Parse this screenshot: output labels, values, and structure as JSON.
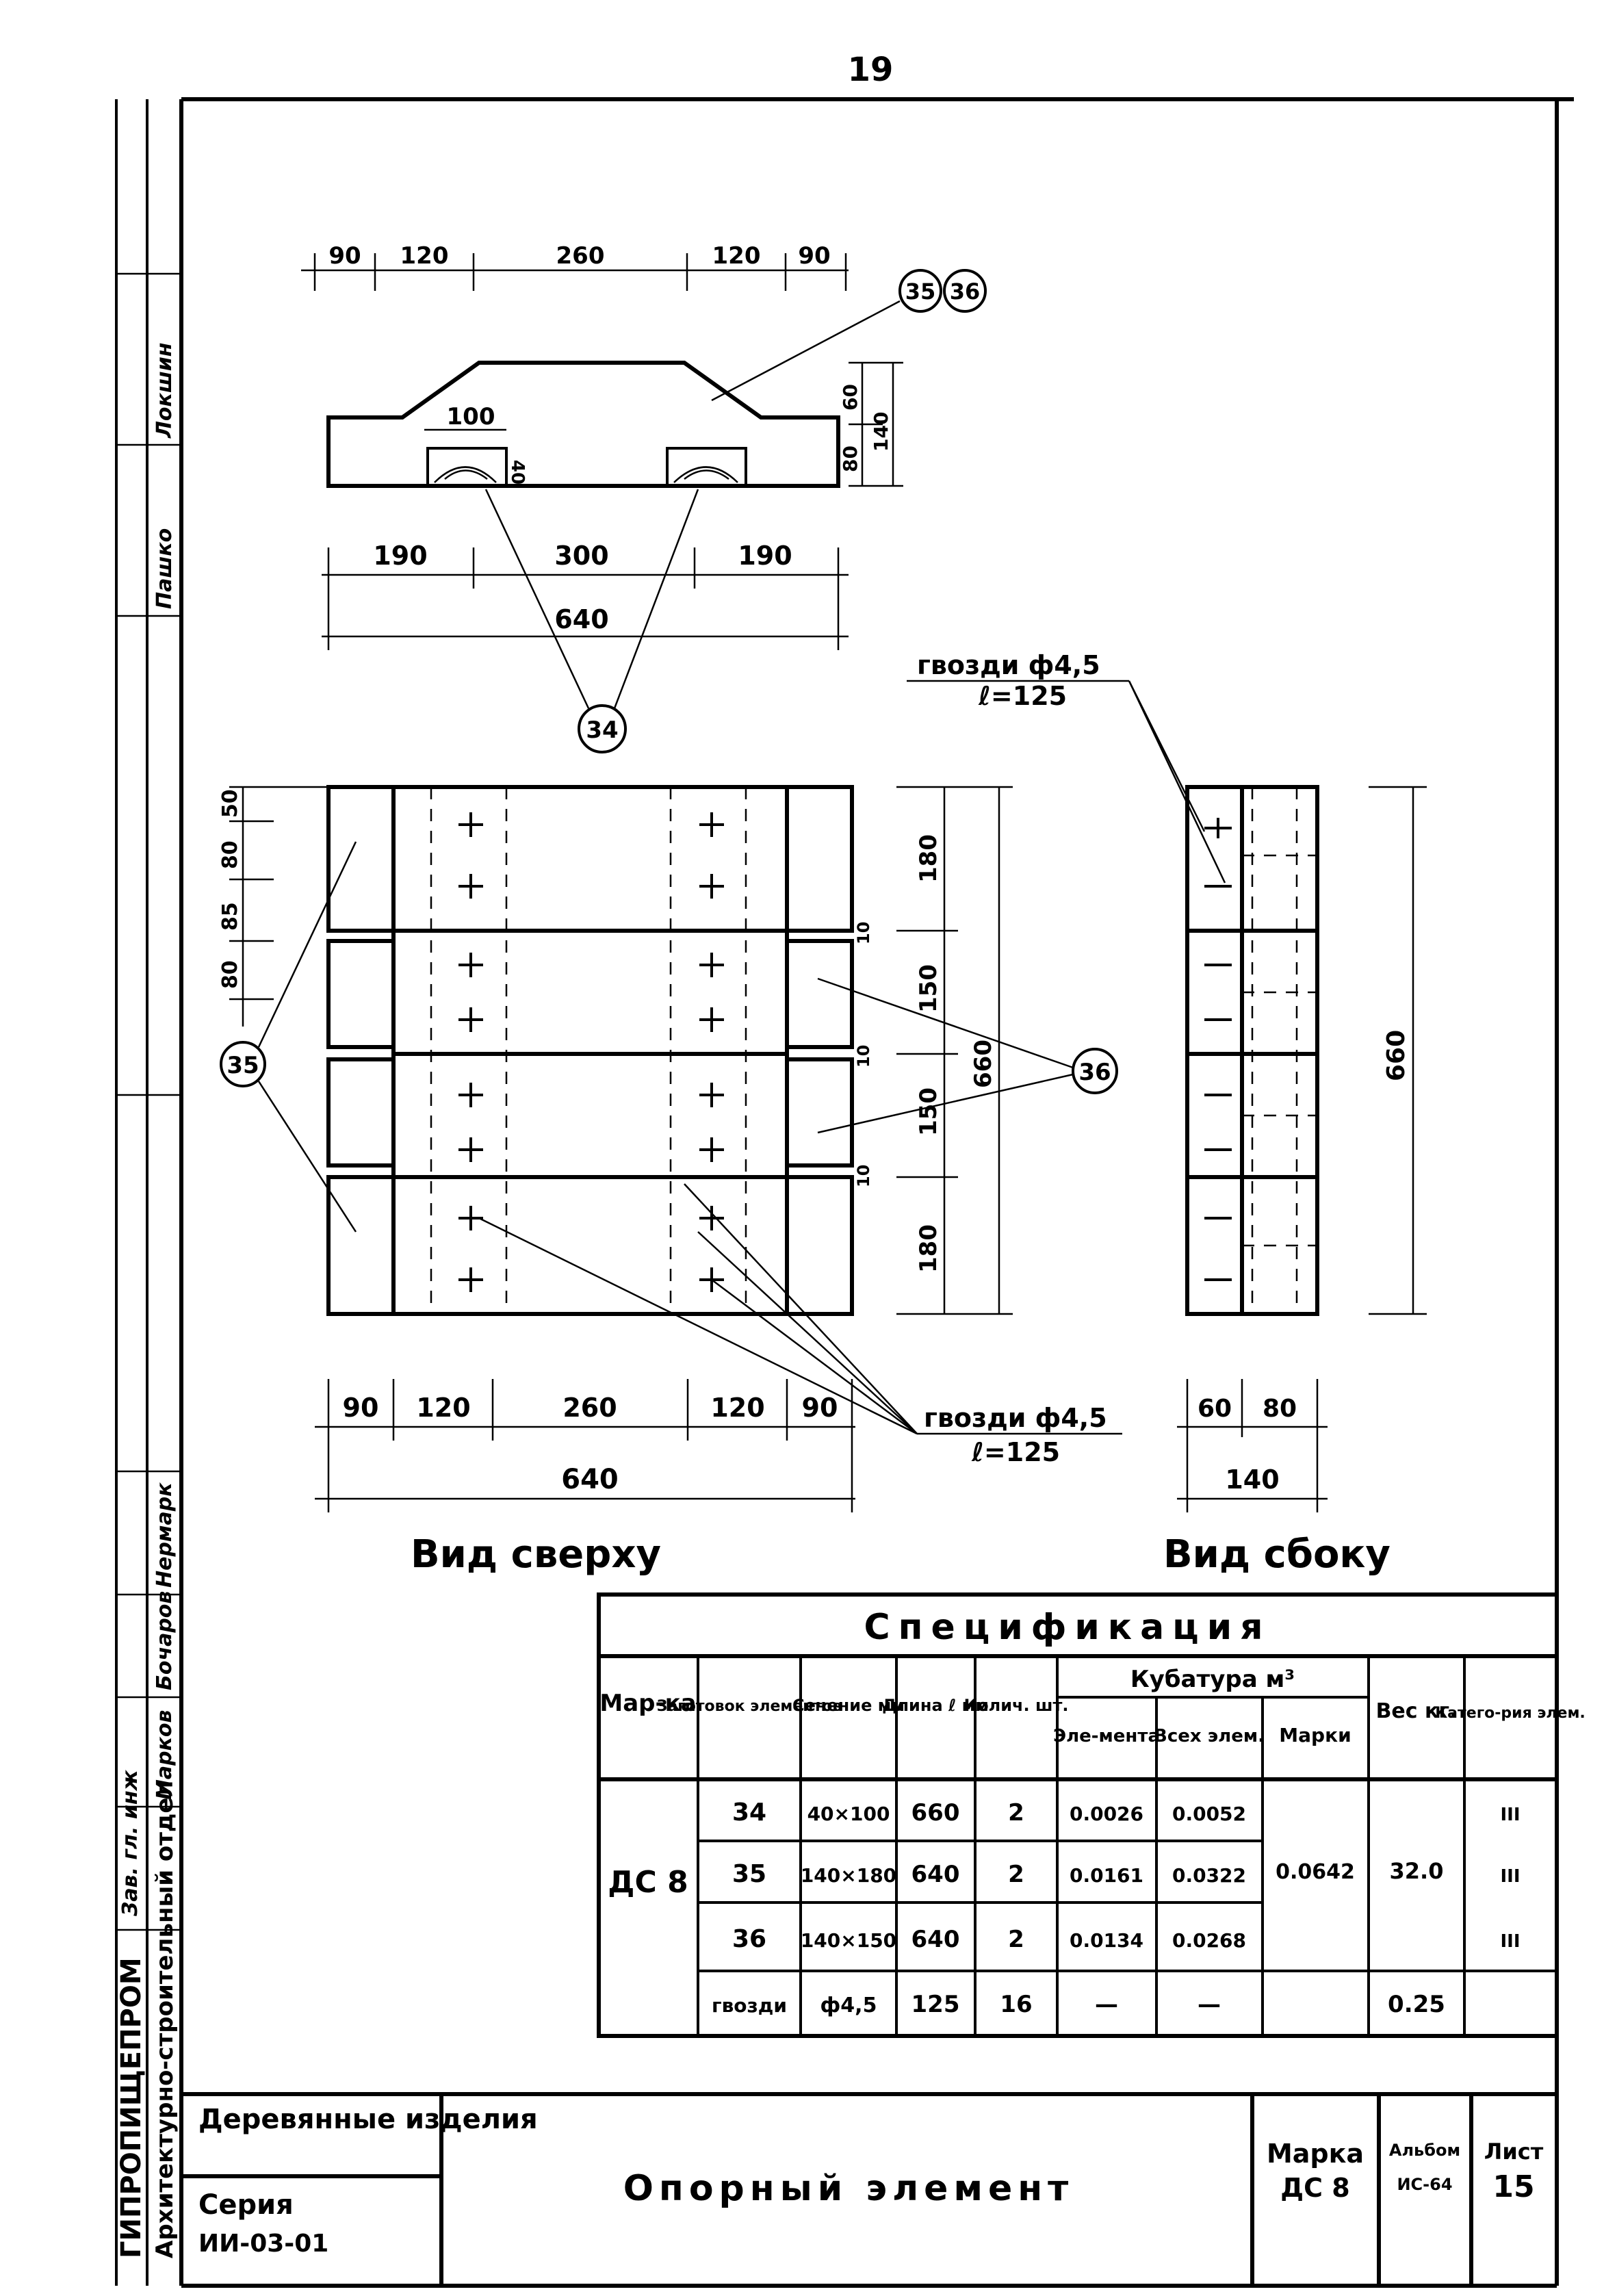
{
  "page_number": "19",
  "sheet_ids": {
    "top_view_label": "Вид сверху",
    "side_view_label": "Вид сбоку"
  },
  "dimensions": {
    "top_segments": [
      "90",
      "120",
      "260",
      "120",
      "90"
    ],
    "side_elev_right": [
      "60",
      "80",
      "140"
    ],
    "side_elev_left": [
      "100",
      "40"
    ],
    "bottom_mid": [
      "190",
      "300",
      "190"
    ],
    "total_640": "640",
    "plan_left": [
      "50",
      "80",
      "85",
      "80"
    ],
    "plan_right": [
      "180",
      "150",
      "150",
      "180"
    ],
    "plan_small": [
      "10",
      "10",
      "10"
    ],
    "plan_total": "660",
    "plan_bottom": [
      "90",
      "120",
      "260",
      "120",
      "90"
    ],
    "plan_bottom_total": "640",
    "side_total": "660",
    "side_bottom": [
      "60",
      "80"
    ],
    "side_bottom_total": "140"
  },
  "callouts": {
    "c34": "34",
    "c35": "35",
    "c36": "36",
    "nails_top_line1": "гвозди ф4,5",
    "nails_top_line2": "ℓ=125",
    "nails_bottom_line1": "гвозди ф4,5",
    "nails_bottom_line2": "ℓ=125"
  },
  "spec": {
    "title": "Спецификация",
    "headers": {
      "mark": "Мар-ка",
      "blanks": "Заготовок элементов",
      "section": "Сечение мм",
      "length": "Длина ℓ мм",
      "qty": "Колич. шт.",
      "volume_group": "Кубатура м³",
      "vol_element": "Эле-мента",
      "vol_all": "Всех элем.",
      "vol_mark": "Марки",
      "weight": "Вес кг.",
      "category": "Катего-рия элем."
    },
    "mark": "ДС 8",
    "mark_volume": "0.0642",
    "mark_weight": "32.0",
    "rows": [
      {
        "blank": "34",
        "section": "40×100",
        "length": "660",
        "qty": "2",
        "vol_el": "0.0026",
        "vol_all": "0.0052",
        "weight": "",
        "category": "III"
      },
      {
        "blank": "35",
        "section": "140×180",
        "length": "640",
        "qty": "2",
        "vol_el": "0.0161",
        "vol_all": "0.0322",
        "weight": "",
        "category": "III"
      },
      {
        "blank": "36",
        "section": "140×150",
        "length": "640",
        "qty": "2",
        "vol_el": "0.0134",
        "vol_all": "0.0268",
        "weight": "",
        "category": "III"
      },
      {
        "blank": "гвозди",
        "section": "ф4,5",
        "length": "125",
        "qty": "16",
        "vol_el": "—",
        "vol_all": "—",
        "weight": "0.25",
        "category": ""
      }
    ]
  },
  "title_block": {
    "category": "Деревянные изделия",
    "series_label": "Серия",
    "series": "ИИ-03-01",
    "name": "Опорный элемент",
    "mark_label": "Марка",
    "mark": "ДС 8",
    "album_label": "Альбом",
    "album": "ИС-64",
    "sheet_label": "Лист",
    "sheet": "15"
  },
  "side_stamp": {
    "dept": "Архитектурно-строительный отдел",
    "org": "ГИПРОПИЩЕПРОМ",
    "names": [
      "Зав. гл. инж",
      "Марков",
      "Бочаров",
      "Нермарк",
      "Пашко",
      "Локшин"
    ]
  }
}
